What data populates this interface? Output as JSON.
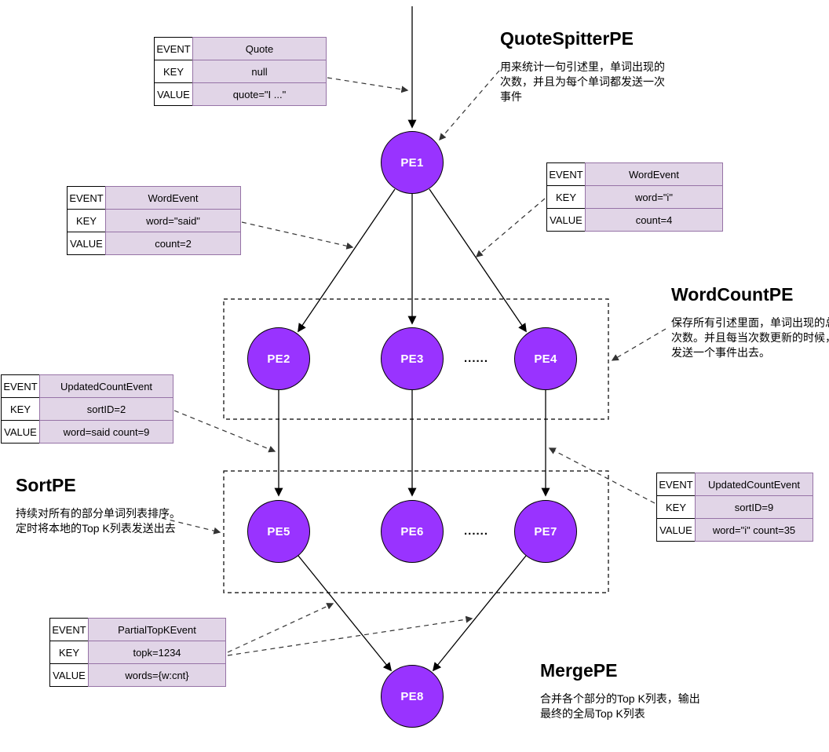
{
  "colors": {
    "node_fill": "#9933ff",
    "node_stroke": "#000000",
    "node_label": "#ffffff",
    "table_value_fill": "#e1d5e7",
    "table_value_border": "#9673a6",
    "table_label_fill": "#ffffff"
  },
  "nodes": {
    "pe1": {
      "label": "PE1"
    },
    "pe2": {
      "label": "PE2"
    },
    "pe3": {
      "label": "PE3"
    },
    "pe4": {
      "label": "PE4"
    },
    "pe5": {
      "label": "PE5"
    },
    "pe6": {
      "label": "PE6"
    },
    "pe7": {
      "label": "PE7"
    },
    "pe8": {
      "label": "PE8"
    }
  },
  "ellipsis": "......",
  "annotations": {
    "quote_spitter": {
      "title": "QuoteSpitterPE",
      "lines": [
        "用来统计一句引述里，单词出现的",
        "次数，并且为每个单词都发送一次",
        "事件"
      ]
    },
    "word_count": {
      "title": "WordCountPE",
      "lines": [
        "保存所有引述里面，单词出现的总",
        "次数。并且每当次数更新的时候，",
        "发送一个事件出去。"
      ]
    },
    "sort": {
      "title": "SortPE",
      "lines": [
        "持续对所有的部分单词列表排序。",
        "定时将本地的Top K列表发送出去"
      ]
    },
    "merge": {
      "title": "MergePE",
      "lines": [
        "合并各个部分的Top K列表，输出",
        "最终的全局Top K列表"
      ]
    }
  },
  "tables": {
    "quote": {
      "rows": [
        {
          "label": "EVENT",
          "value": "Quote"
        },
        {
          "label": "KEY",
          "value": "null"
        },
        {
          "label": "VALUE",
          "value": "quote=\"I ...\""
        }
      ]
    },
    "word_event_said": {
      "rows": [
        {
          "label": "EVENT",
          "value": "WordEvent"
        },
        {
          "label": "KEY",
          "value": "word=\"said\""
        },
        {
          "label": "VALUE",
          "value": "count=2"
        }
      ]
    },
    "word_event_i": {
      "rows": [
        {
          "label": "EVENT",
          "value": "WordEvent"
        },
        {
          "label": "KEY",
          "value": "word=\"i\""
        },
        {
          "label": "VALUE",
          "value": "count=4"
        }
      ]
    },
    "updated_count_said": {
      "rows": [
        {
          "label": "EVENT",
          "value": "UpdatedCountEvent"
        },
        {
          "label": "KEY",
          "value": "sortID=2"
        },
        {
          "label": "VALUE",
          "value": "word=said count=9"
        }
      ]
    },
    "updated_count_i": {
      "rows": [
        {
          "label": "EVENT",
          "value": "UpdatedCountEvent"
        },
        {
          "label": "KEY",
          "value": "sortID=9"
        },
        {
          "label": "VALUE",
          "value": "word=\"i\" count=35"
        }
      ]
    },
    "partial_topk": {
      "rows": [
        {
          "label": "EVENT",
          "value": "PartialTopKEvent"
        },
        {
          "label": "KEY",
          "value": "topk=1234"
        },
        {
          "label": "VALUE",
          "value": "words={w:cnt}"
        }
      ]
    }
  }
}
